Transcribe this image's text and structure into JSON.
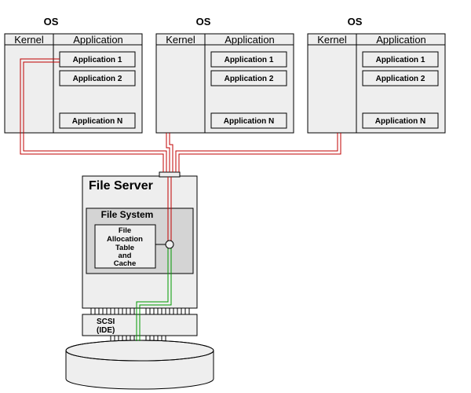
{
  "nodes": {
    "os_label": "OS",
    "kernel_label": "Kernel",
    "application_label": "Application",
    "app_items": [
      "Application 1",
      "Application 2",
      "Application N"
    ],
    "file_server": "File Server",
    "file_system": "File System",
    "fat_lines": [
      "File",
      "Allocation",
      "Table",
      "and",
      "Cache"
    ],
    "scsi_lines": [
      "SCSI",
      "(IDE)"
    ]
  },
  "colors": {
    "box_fill": "#eeeeee",
    "fs_fill": "#d4d4d4",
    "stroke": "#000000",
    "network_line": "#c00000",
    "storage_line": "#009900"
  }
}
